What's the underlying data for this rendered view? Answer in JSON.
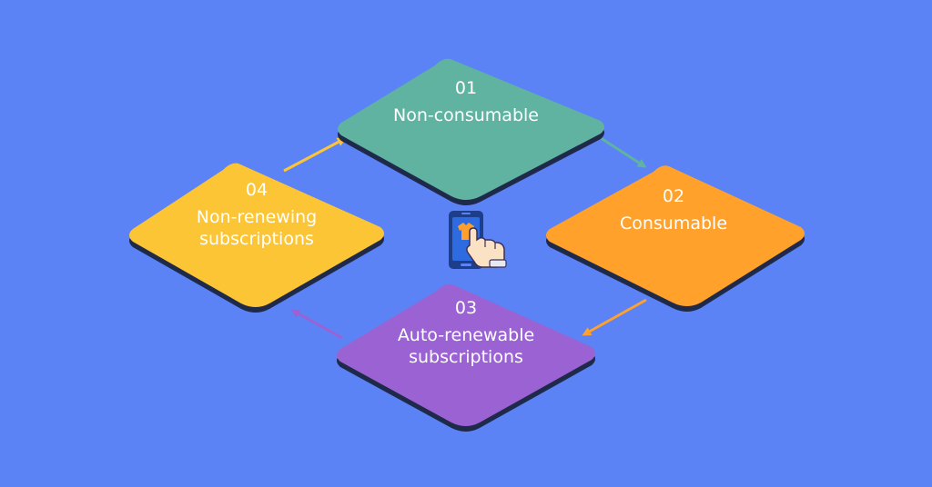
{
  "colors": {
    "background": "#5B83F5",
    "node_1": "#5FB3A0",
    "node_2": "#FFA12B",
    "node_3": "#9B62D4",
    "node_4": "#FCC536",
    "shadow": "#1F2A4A",
    "text": "#FFFFFF"
  },
  "nodes": [
    {
      "number": "01",
      "label_line1": "Non-consumable",
      "label_line2": ""
    },
    {
      "number": "02",
      "label_line1": "Consumable",
      "label_line2": ""
    },
    {
      "number": "03",
      "label_line1": "Auto-renewable",
      "label_line2": "subscriptions"
    },
    {
      "number": "04",
      "label_line1": "Non-renewing",
      "label_line2": "subscriptions"
    }
  ],
  "center_icon": "phone-tap-shop-icon"
}
